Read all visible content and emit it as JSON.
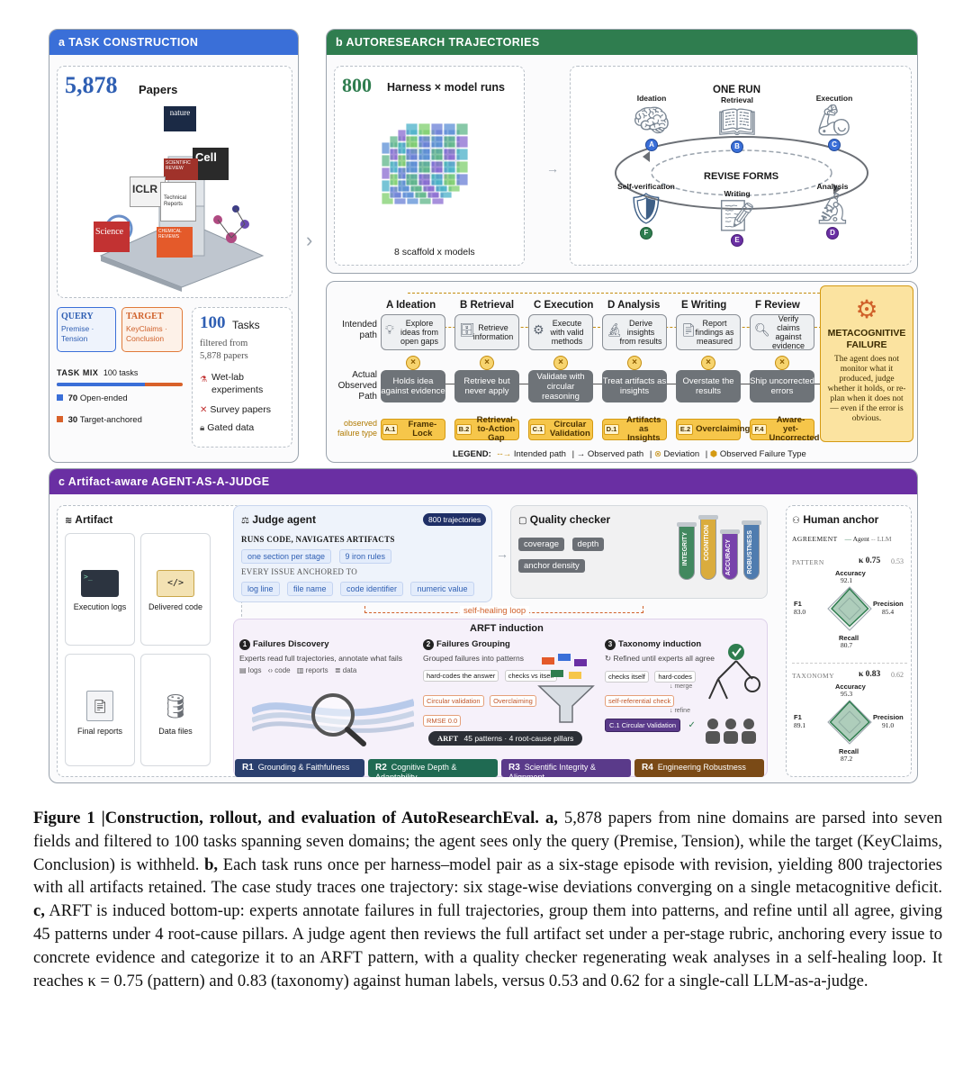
{
  "panel_a": {
    "header": "a  TASK CONSTRUCTION",
    "papers_count": "5,878",
    "papers_label": "Papers",
    "journals": [
      "nature",
      "Cell",
      "SCIENTIFIC REVIEW",
      "ICLR",
      "Technical Reports",
      "Science",
      "CHEMICAL REVIEWS"
    ],
    "query_title": "QUERY",
    "query_body": "Premise · Tension",
    "target_title": "TARGET",
    "target_body": "KeyClaims · Conclusion",
    "task_mix_label": "TASK MIX",
    "task_mix_count": "100 tasks",
    "open_ended": "70",
    "open_ended_label": "Open-ended",
    "target_anchored": "30",
    "target_anchored_label": "Target-anchored",
    "tasks_count": "100",
    "tasks_label": "Tasks",
    "filtered_from": "filtered from",
    "filtered_papers": "5,878 papers",
    "exclusions": [
      "Wet-lab experiments",
      "Survey papers",
      "Gated data"
    ]
  },
  "panel_b": {
    "header": "b  AUTORESEARCH TRAJECTORIES",
    "runs_count": "800",
    "runs_label": "Harness × model runs",
    "cube_caption": "8 scaffold x models",
    "one_run": "ONE RUN",
    "revise_forms": "REVISE FORMS",
    "cycle_nodes": [
      {
        "letter": "A",
        "name": "Ideation"
      },
      {
        "letter": "B",
        "name": "Retrieval"
      },
      {
        "letter": "C",
        "name": "Execution"
      },
      {
        "letter": "D",
        "name": "Analysis"
      },
      {
        "letter": "E",
        "name": "Writing"
      },
      {
        "letter": "F",
        "name": "Self-verification"
      }
    ]
  },
  "panel_b2": {
    "intended_path_label": "Intended path",
    "actual_path_label": "Actual Observed Path",
    "failure_type_label": "observed failure type",
    "stages": [
      {
        "title": "A Ideation",
        "intended": "Explore ideas from open gaps",
        "actual": "Holds idea against evidence",
        "code": "A.1",
        "failure": "Frame-Lock"
      },
      {
        "title": "B Retrieval",
        "intended": "Retrieve information",
        "actual": "Retrieve but never apply",
        "code": "B.2",
        "failure": "Retrieval-to-Action Gap"
      },
      {
        "title": "C Execution",
        "intended": "Execute with valid methods",
        "actual": "Validate with circular reasoning",
        "code": "C.1",
        "failure": "Circular Validation"
      },
      {
        "title": "D Analysis",
        "intended": "Derive insights from results",
        "actual": "Treat artifacts as insights",
        "code": "D.1",
        "failure": "Artifacts as Insights"
      },
      {
        "title": "E Writing",
        "intended": "Report findings as measured",
        "actual": "Overstate the results",
        "code": "E.2",
        "failure": "Overclaiming"
      },
      {
        "title": "F Review",
        "intended": "Verify claims against evidence",
        "actual": "Ship uncorrected errors",
        "code": "F.4",
        "failure": "Aware-yet-Uncorrected"
      }
    ],
    "deviation_mark": "×",
    "meta_title": "METACOGNITIVE FAILURE",
    "meta_body": "The agent does not monitor what it produced, judge whether it holds, or re-plan when it does not — even if the error is obvious.",
    "legend_title": "LEGEND:",
    "legend_items": [
      "Intended path",
      "Observed path",
      "Deviation",
      "Observed Failure Type"
    ]
  },
  "panel_c": {
    "header": "c  Artifact-aware AGENT-AS-A-JUDGE",
    "artifact_title": "Artifact",
    "artifacts": [
      "Execution logs",
      "Delivered code",
      "Final reports",
      "Data files"
    ],
    "judge_title": "Judge agent",
    "judge_badge": "800 trajectories",
    "runs_code": "RUNS CODE, NAVIGATES ARTIFACTS",
    "judge_chips": [
      "one section per stage",
      "9 iron rules"
    ],
    "anchored_label": "EVERY ISSUE ANCHORED TO",
    "anchor_chips": [
      "log line",
      "file name",
      "code identifier",
      "numeric value"
    ],
    "quality_title": "Quality checker",
    "quality_chips": [
      "coverage",
      "depth",
      "anchor density"
    ],
    "tubes": [
      "INTEGRITY",
      "COGNITION",
      "ACCURACY",
      "ROBUSTNESS"
    ],
    "self_healing": "self-healing loop",
    "arft_induction": "ARFT induction",
    "step1_title": "Failures Discovery",
    "step1_body": "Experts read full trajectories, annotate what fails",
    "step1_items": [
      "logs",
      "code",
      "reports",
      "data"
    ],
    "step2_title": "Failures Grouping",
    "step2_body": "Grouped failures into patterns",
    "step2_chips": [
      "hard-codes the answer",
      "checks vs itself",
      "Circular validation",
      "Overclaiming",
      "RMSE 0.0"
    ],
    "step3_title": "Taxonomy induction",
    "step3_body": "Refined until experts all agree",
    "step3_chips": [
      "checks itself",
      "hard-codes",
      "self-referential check",
      "C.1 Circular Validation"
    ],
    "merge": "merge",
    "refine": "refine",
    "arft_bar_label": "ARFT",
    "arft_bar_body": "45 patterns · 4 root-cause pillars",
    "pillars": [
      {
        "code": "R1",
        "name": "Grounding & Faithfulness"
      },
      {
        "code": "R2",
        "name": "Cognitive Depth & Adaptability"
      },
      {
        "code": "R3",
        "name": "Scientific Integrity & Alignment"
      },
      {
        "code": "R4",
        "name": "Engineering Robustness"
      }
    ],
    "human_title": "Human anchor",
    "agreement": "AGREEMENT",
    "legend_agent": "Agent",
    "legend_llm": "LLM",
    "pattern_label": "PATTERN",
    "pattern_kappa": "κ 0.75",
    "pattern_llm": "0.53",
    "pattern_metrics": {
      "accuracy": "92.1",
      "f1": "83.0",
      "precision": "85.4",
      "recall": "80.7"
    },
    "taxonomy_label": "TAXONOMY",
    "taxonomy_kappa": "κ 0.83",
    "taxonomy_llm": "0.62",
    "taxonomy_metrics": {
      "accuracy": "95.3",
      "f1": "89.1",
      "precision": "91.0",
      "recall": "87.2"
    },
    "metric_names": {
      "accuracy": "Accuracy",
      "f1": "F1",
      "precision": "Precision",
      "recall": "Recall"
    }
  },
  "caption": {
    "lead": "Figure 1 |Construction, rollout, and evaluation of AutoResearchEval.",
    "a_label": "a,",
    "a_text": "5,878 papers from nine domains are parsed into seven fields and filtered to 100 tasks spanning seven domains; the agent sees only the query (Premise, Tension), while the target (KeyClaims, Conclusion) is withheld.",
    "b_label": "b,",
    "b_text": "Each task runs once per harness–model pair as a six-stage episode with revision, yielding 800 trajectories with all artifacts retained. The case study traces one trajectory: six stage-wise deviations converging on a single metacognitive deficit.",
    "c_label": "c,",
    "c_text": "ARFT is induced bottom-up: experts annotate failures in full trajectories, group them into patterns, and refine until all agree, giving 45 patterns under 4 root-cause pillars. A judge agent then reviews the full artifact set under a per-stage rubric, anchoring every issue to concrete evidence and categorize it to an ARFT pattern, with a quality checker regenerating weak analyses in a self-healing loop. It reaches κ = 0.75 (pattern) and 0.83 (taxonomy) against human labels, versus 0.53 and 0.62 for a single-call LLM-as-a-judge."
  },
  "colors": {
    "panel_a": "#3a6fd8",
    "panel_b": "#2f7d4f",
    "panel_c": "#6a2fa3",
    "failure": "#f6c64a",
    "r1": "#2a3f6e",
    "r2": "#1f6a52",
    "r3": "#5a3a8a",
    "r4": "#7a4a16"
  }
}
